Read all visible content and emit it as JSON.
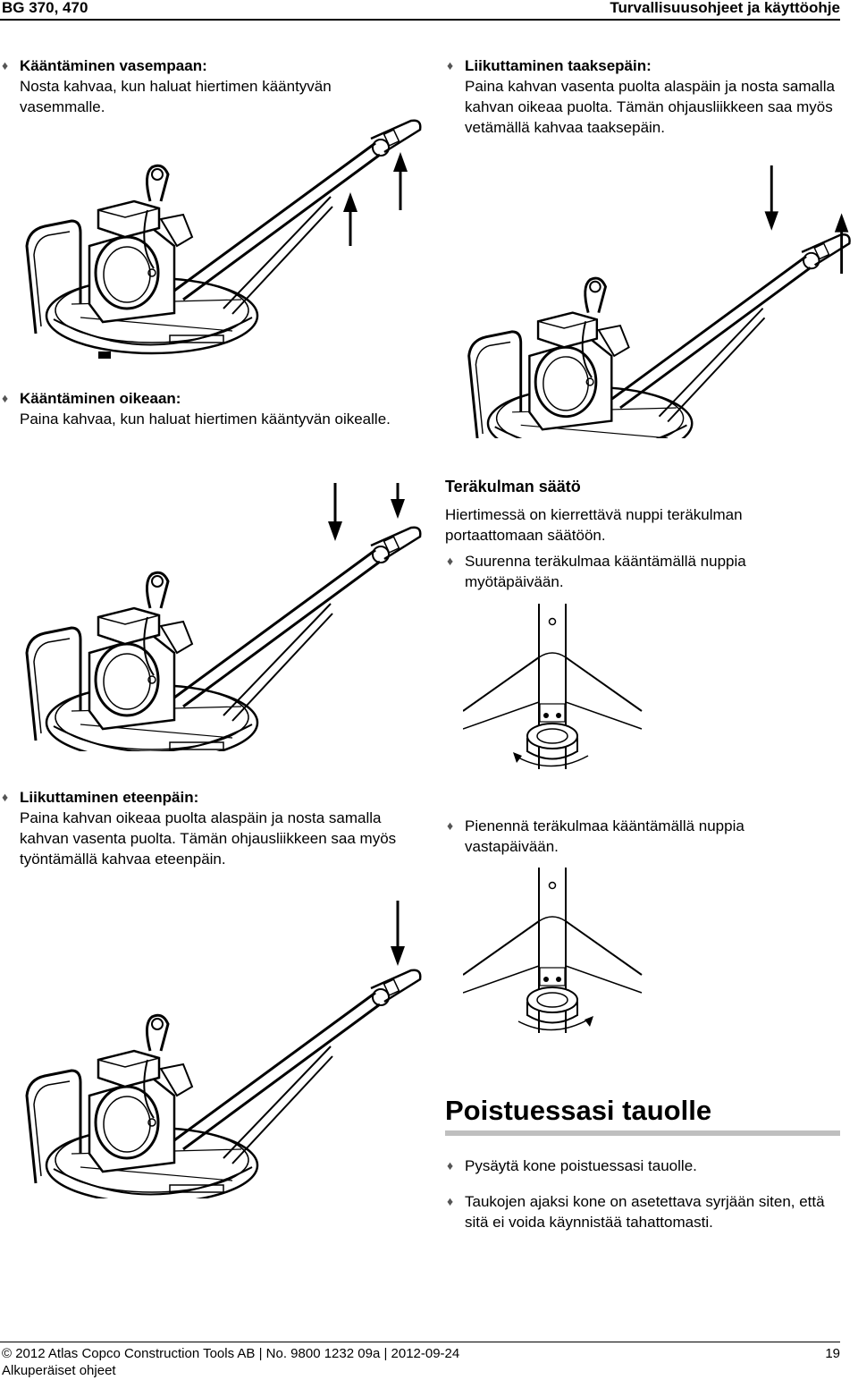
{
  "header": {
    "model": "BG 370, 470",
    "section": "Turvallisuusohjeet ja käyttöohje"
  },
  "bullets": {
    "turn_left": {
      "title": "Kääntäminen vasempaan:",
      "text": "Nosta kahvaa, kun haluat hiertimen kääntyvän vasemmalle."
    },
    "backward": {
      "title": "Liikuttaminen taaksepäin:",
      "text": "Paina kahvan vasenta puolta alaspäin ja nosta samalla kahvan oikeaa puolta. Tämän ohjausliikkeen saa myös vetämällä kahvaa taaksepäin."
    },
    "turn_right": {
      "title": "Kääntäminen oikeaan:",
      "text": "Paina kahvaa, kun haluat hiertimen kääntyvän oikealle."
    },
    "forward": {
      "title": "Liikuttaminen eteenpäin:",
      "text": "Paina kahvan oikeaa puolta alaspäin ja nosta samalla kahvan vasenta puolta. Tämän ohjausliikkeen saa myös työntämällä kahvaa eteenpäin."
    }
  },
  "blade_angle": {
    "title": "Teräkulman säätö",
    "intro": "Hiertimessä on kierrettävä nuppi teräkulman portaattomaan säätöön.",
    "increase": "Suurenna teräkulmaa kääntämällä nuppia myötäpäivään.",
    "decrease": "Pienennä teräkulmaa kääntämällä nuppia vastapäivään."
  },
  "break": {
    "heading": "Poistuessasi tauolle",
    "item1": "Pysäytä kone poistuessasi tauolle.",
    "item2": "Taukojen ajaksi kone on asetettava syrjään siten, että sitä ei voida käynnistää tahattomasti."
  },
  "footer": {
    "copyright": "© 2012 Atlas Copco Construction Tools AB | No. 9800 1232 09a | 2012-09-24",
    "page": "19",
    "note": "Alkuperäiset ohjeet"
  },
  "bullet_glyph": "♦"
}
